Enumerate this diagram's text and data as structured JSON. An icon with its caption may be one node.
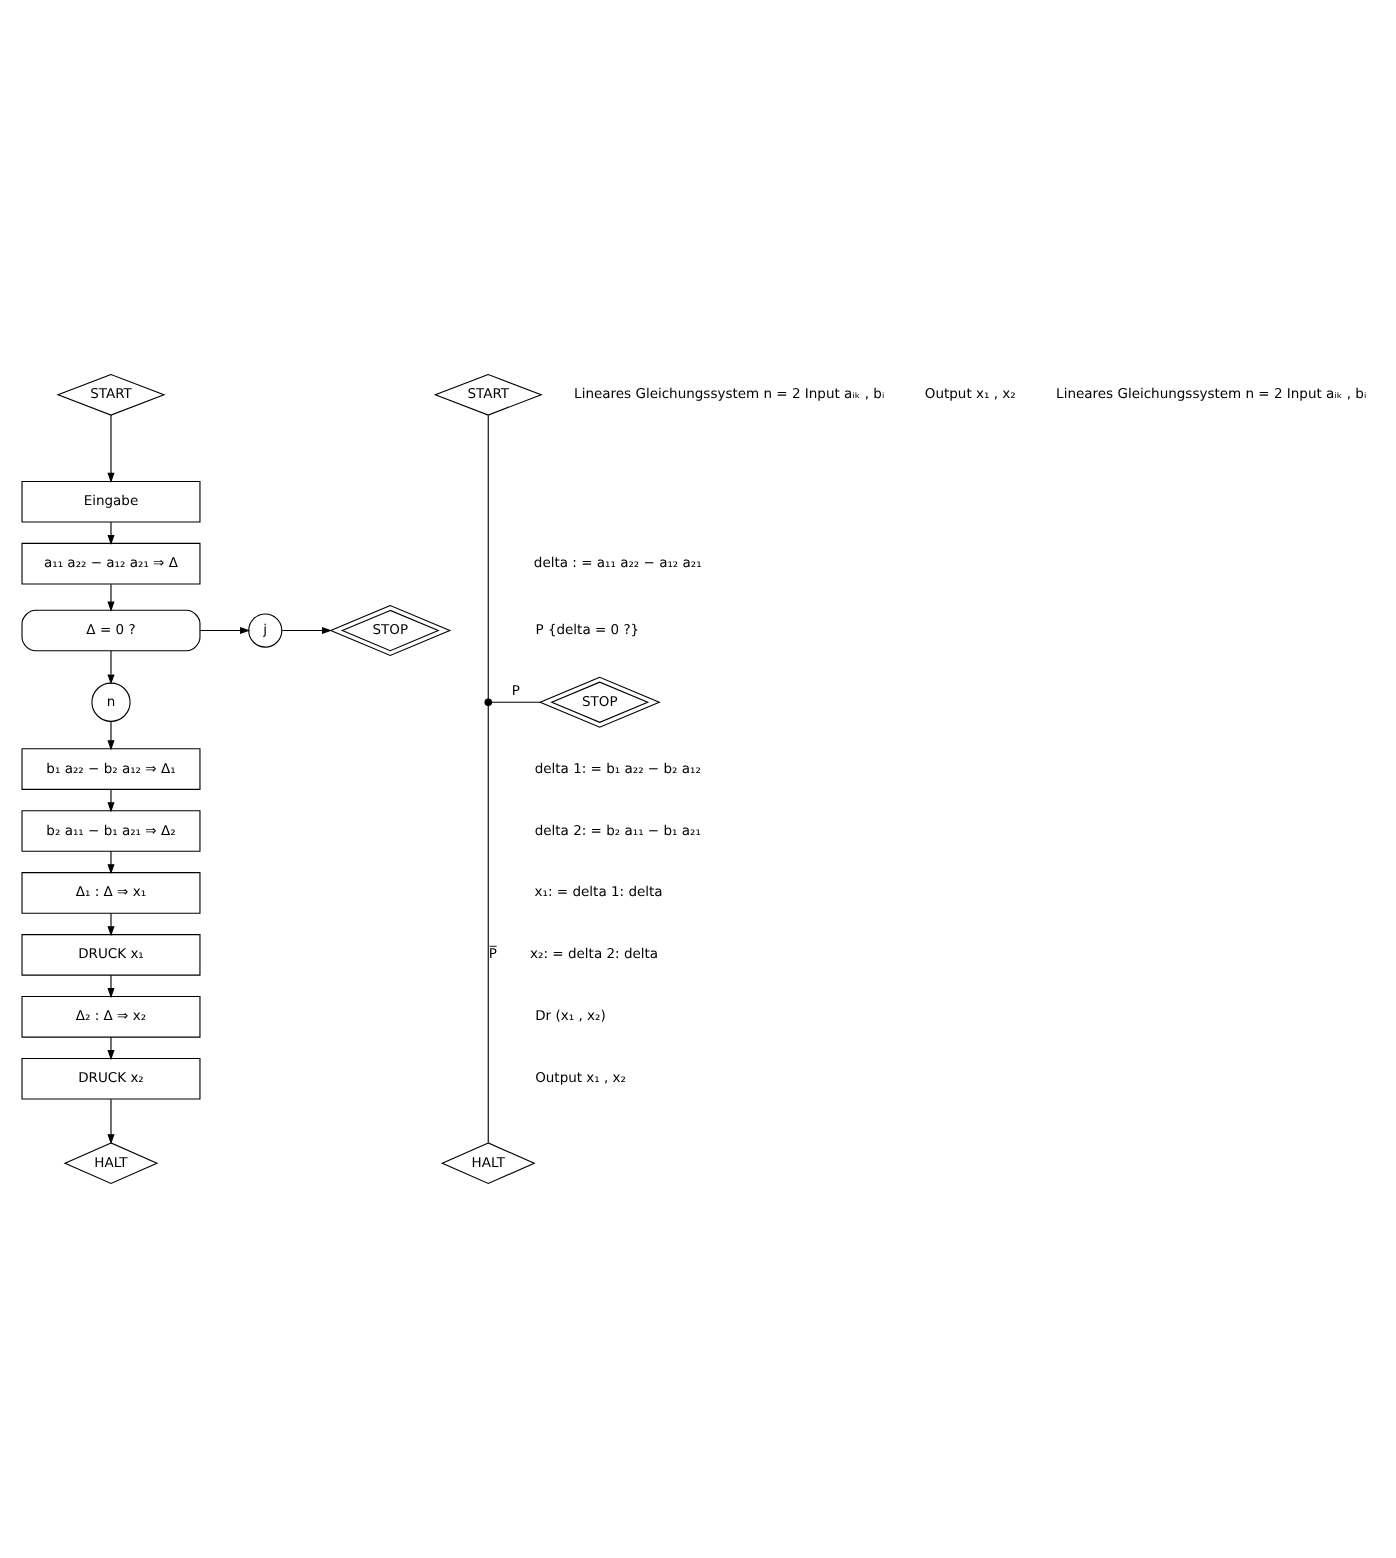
{
  "diagram": {
    "nodes": [
      {
        "text": [
          "START"
        ]
      },
      {
        "text": [
          "Eingabe"
        ]
      },
      {
        "text": [
          "a₁₁ a₂₂ − a₁₂ a₂₁ ⇒ Δ"
        ]
      },
      {
        "text": [
          "Δ = 0 ?"
        ]
      },
      {
        "text": [
          "j"
        ]
      },
      {
        "text": [
          "STOP"
        ]
      },
      {
        "text": [
          "n"
        ]
      },
      {
        "text": [
          "b₁ a₂₂ − b₂ a₁₂ ⇒ Δ₁"
        ]
      },
      {
        "text": [
          "b₂ a₁₁ − b₁ a₂₁ ⇒ Δ₂"
        ]
      },
      {
        "text": [
          "Δ₁ : Δ ⇒ x₁"
        ]
      },
      {
        "text": [
          "DRUCK x₁"
        ]
      },
      {
        "text": [
          "Δ₂ : Δ ⇒ x₂"
        ]
      },
      {
        "text": [
          "DRUCK x₂"
        ]
      },
      {
        "text": [
          "HALT"
        ]
      },
      {
        "text": [
          "START"
        ]
      },
      {
        "text": [],
        "shape": "point"
      },
      {
        "text": [
          "STOP"
        ]
      },
      {
        "text": [
          "HALT"
        ]
      }
    ],
    "edges": [
      {
        "from": 0,
        "to": 1,
        "arrow": "to"
      },
      {
        "from": 1,
        "to": 2,
        "arrow": "to"
      },
      {
        "from": 2,
        "to": 3,
        "arrow": "to"
      },
      {
        "from": 3,
        "to": 4,
        "arrow": "to"
      },
      {
        "from": 4,
        "to": 5,
        "arrow": "to"
      },
      {
        "from": 3,
        "to": 6,
        "arrow": "to"
      },
      {
        "from": 6,
        "to": 7,
        "arrow": "to"
      },
      {
        "from": 7,
        "to": 8,
        "arrow": "to"
      },
      {
        "from": 8,
        "to": 9,
        "arrow": "to"
      },
      {
        "from": 9,
        "to": 10,
        "arrow": "to"
      },
      {
        "from": 10,
        "to": 11,
        "arrow": "to"
      },
      {
        "from": 11,
        "to": 12,
        "arrow": "to"
      },
      {
        "from": 12,
        "to": 13,
        "arrow": "to"
      },
      {
        "from": 14,
        "to": 15,
        "arrow": "none"
      },
      {
        "from": 15,
        "to": 16,
        "arrow": "none",
        "label": "P"
      },
      {
        "from": 15,
        "to": 17,
        "arrow": "none",
        "label": "P̅"
      }
    ],
    "labels": [
      "Lineares Gleichungssystem n = 2 Input aᵢₖ , bᵢ",
      "Output x₁ , x₂",
      "Lineares Gleichungssystem n = 2 Input aᵢₖ , bᵢ",
      "delta : = a₁₁ a₂₂ − a₁₂ a₂₁",
      "P {delta = 0 ?}",
      "delta 1: = b₁ a₂₂ − b₂ a₁₂",
      "delta 2: = b₂ a₁₁ − b₁ a₂₁",
      "x₁: = delta 1: delta",
      "x₂: = delta 2: delta",
      "Dr (x₁ , x₂)",
      "Output x₁ , x₂"
    ]
  }
}
